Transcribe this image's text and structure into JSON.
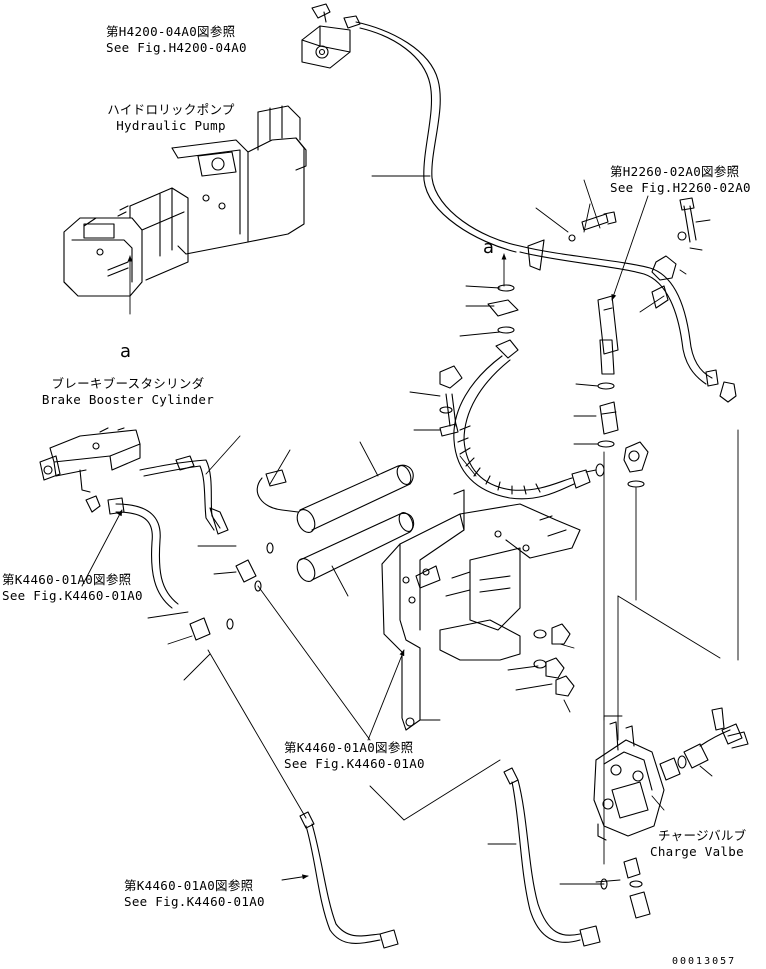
{
  "labels": {
    "ref_h4200_jp": "第H4200-04A0図参照",
    "ref_h4200_en": "See Fig.H4200-04A0",
    "pump_jp": "ハイドロリックポンプ",
    "pump_en": "Hydraulic Pump",
    "ref_h2260_jp": "第H2260-02A0図参照",
    "ref_h2260_en": "See Fig.H2260-02A0",
    "view_letter_a_top": "a",
    "view_letter_a_pump": "a",
    "brake_jp": "ブレーキブースタシリンダ",
    "brake_en": "Brake Booster Cylinder",
    "ref_k4460_left_jp": "第K4460-01A0図参照",
    "ref_k4460_left_en": "See Fig.K4460-01A0",
    "ref_k4460_mid_jp": "第K4460-01A0図参照",
    "ref_k4460_mid_en": "See Fig.K4460-01A0",
    "charge_jp": "チャージバルブ",
    "charge_en": "Charge Valbe",
    "ref_k4460_bot_jp": "第K4460-01A0図参照",
    "ref_k4460_bot_en": "See Fig.K4460-01A0",
    "doc_number": "00013057"
  }
}
